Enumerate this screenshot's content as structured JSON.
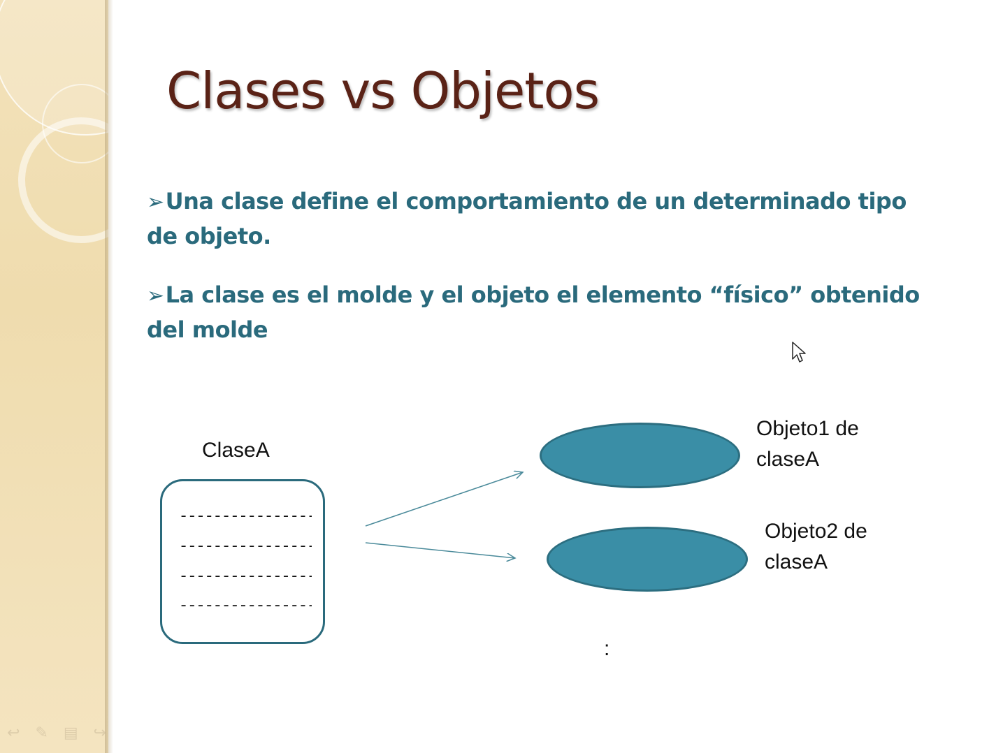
{
  "slide": {
    "title": "Clases vs Objetos",
    "bullets": [
      {
        "marker": "➢",
        "text": "Una clase define el comportamiento de un determinado tipo de objeto."
      },
      {
        "marker": "➢",
        "text": "La clase es el molde y el objeto el elemento “físico” obtenido del molde"
      }
    ]
  },
  "diagram": {
    "class_label": "ClaseA",
    "class_lines": [
      "----------------",
      "----------------",
      "----------------",
      "----------------"
    ],
    "objects": [
      {
        "label_line1": "Objeto1 de",
        "label_line2": "claseA"
      },
      {
        "label_line1": "Objeto2 de",
        "label_line2": "claseA"
      }
    ],
    "ellipsis": ":",
    "colors": {
      "object_fill": "#3a8ea6",
      "object_border": "#2c6e80",
      "box_border": "#2a6a7c",
      "arrow": "#4a8a9a",
      "title": "#5a2216",
      "bullet_text": "#2a6a7c"
    }
  },
  "decor": {
    "nav_icons": [
      "back-icon",
      "pen-icon",
      "menu-icon",
      "forward-icon"
    ],
    "cursor": "mouse-pointer-icon"
  }
}
